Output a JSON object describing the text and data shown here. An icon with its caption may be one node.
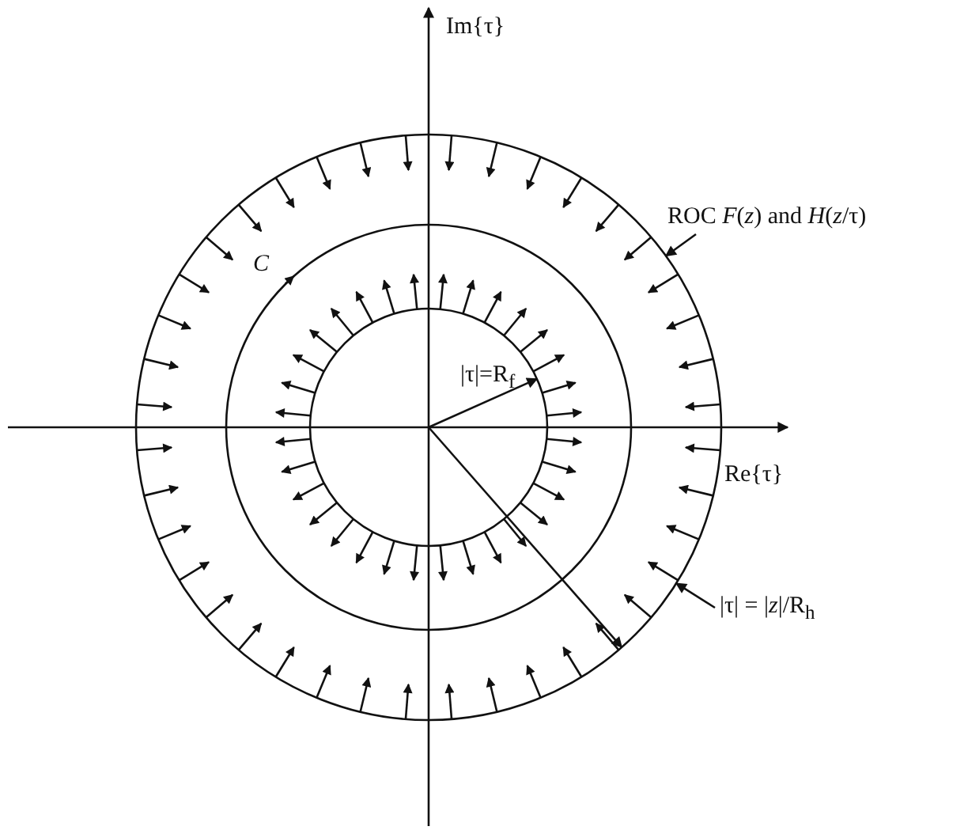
{
  "diagram": {
    "nodes": [
      {
        "text": [
          "ROC *F*(*z*) and *H*(*z*/τ)"
        ]
      },
      {
        "text": [
          "|τ| = |*z*|/R$_{h}$"
        ]
      },
      {
        "text": [],
        "shape": "circle"
      }
    ],
    "edges": [
      {
        "from": 0,
        "to": 2,
        "arrow": "to"
      },
      {
        "from": 1,
        "to": 2,
        "arrow": "to"
      }
    ],
    "labels": [
      "Im{τ}",
      "Re{τ}",
      "*C*",
      "|τ|=R$_{f}$"
    ]
  }
}
